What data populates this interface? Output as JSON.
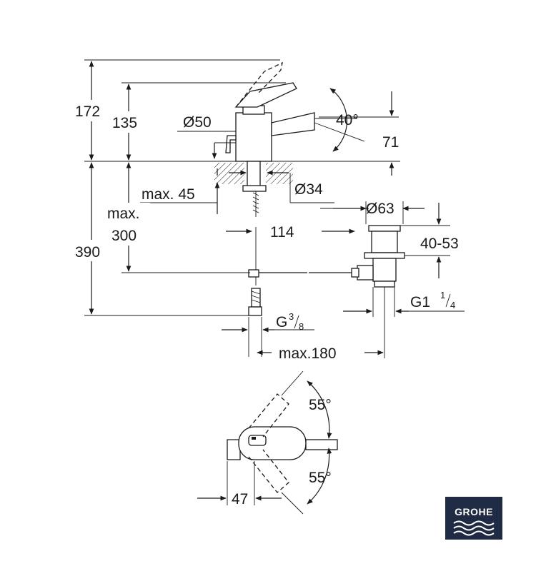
{
  "drawing": {
    "side_view": {
      "dim_172": "172",
      "dim_135": "135",
      "dim_diameter_50": "Ø50",
      "dim_angle_40": "40°",
      "dim_71": "71",
      "dim_max_45": "max. 45",
      "dim_diameter_34": "Ø34",
      "dim_max_label": "max.",
      "dim_300": "300",
      "dim_390": "390",
      "dim_114": "114",
      "dim_diameter_63": "Ø63",
      "dim_40_53": "40-53",
      "thread_g1_main": "G1",
      "thread_g1_num": "1",
      "thread_g1_den": "4",
      "thread_g38_main": "G",
      "thread_g38_num": "3",
      "thread_g38_den": "8",
      "dim_max_180": "max.180"
    },
    "top_view": {
      "angle_top": "55°",
      "angle_bottom": "55°",
      "dim_47": "47"
    }
  },
  "logo": {
    "brand": "GROHE",
    "background_color": "#1f2a44"
  }
}
